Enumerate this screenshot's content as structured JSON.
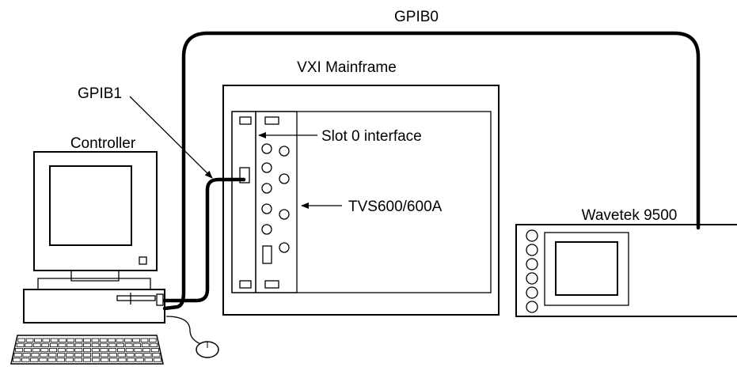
{
  "labels": {
    "gpib0": "GPIB0",
    "vxi_mainframe": "VXI Mainframe",
    "gpib1": "GPIB1",
    "controller": "Controller",
    "slot0": "Slot 0 interface",
    "tvs600": "TVS600/600A",
    "wavetek": "Wavetek 9500"
  }
}
